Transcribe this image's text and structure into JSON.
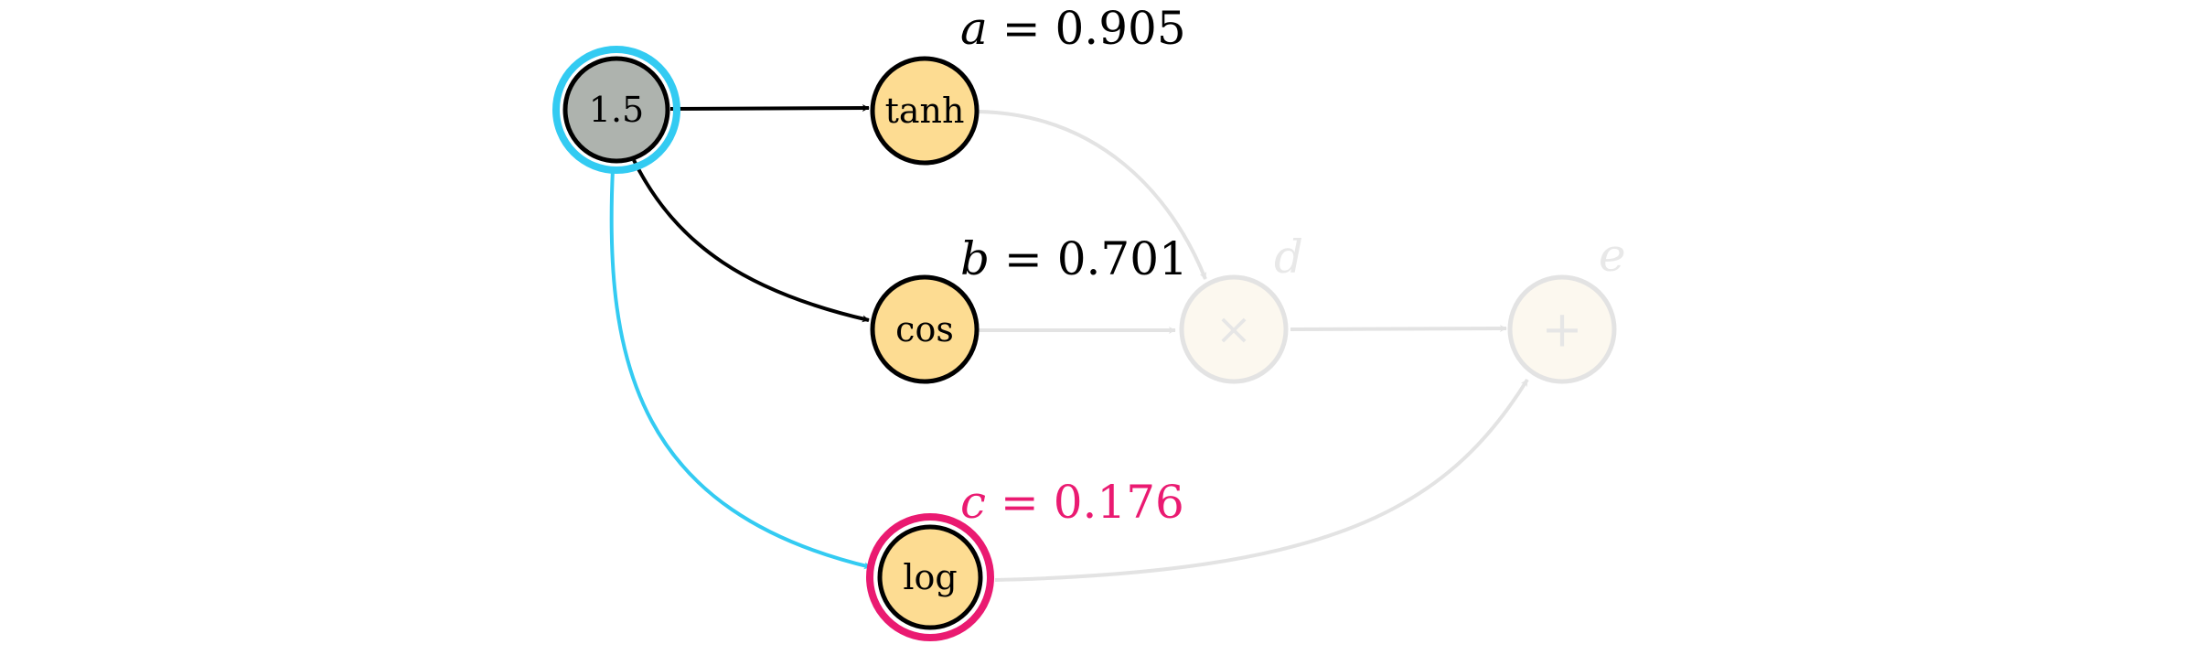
{
  "graph": {
    "nodes": [
      {
        "id": "input",
        "label": "1.5"
      },
      {
        "id": "tanh",
        "label": "tanh"
      },
      {
        "id": "cos",
        "label": "cos"
      },
      {
        "id": "log",
        "label": "log"
      },
      {
        "id": "mul",
        "label": "×"
      },
      {
        "id": "add",
        "label": "+"
      }
    ],
    "edges": [
      {
        "from": "input",
        "to": "tanh",
        "state": "active"
      },
      {
        "from": "input",
        "to": "cos",
        "state": "active"
      },
      {
        "from": "input",
        "to": "log",
        "state": "highlight"
      },
      {
        "from": "tanh",
        "to": "mul",
        "state": "faded"
      },
      {
        "from": "cos",
        "to": "mul",
        "state": "faded"
      },
      {
        "from": "mul",
        "to": "add",
        "state": "faded"
      },
      {
        "from": "log",
        "to": "add",
        "state": "faded"
      }
    ],
    "variables": {
      "a": {
        "name": "a",
        "eq": " = ",
        "value": "0.905"
      },
      "b": {
        "name": "b",
        "eq": " = ",
        "value": "0.701"
      },
      "c": {
        "name": "c",
        "eq": " = ",
        "value": "0.176"
      },
      "d": {
        "name": "d"
      },
      "e": {
        "name": "e"
      }
    },
    "colors": {
      "input_fill": "#aeb3ae",
      "op_fill": "#fddc92",
      "faded_fill": "#fcf8ef",
      "active_stroke": "#000000",
      "faded_stroke": "#e3e3e3",
      "input_ring": "#33cbf2",
      "output_ring": "#ea1a71",
      "highlight_label": "#ea1a71",
      "faded_label": "#e8e8e8"
    }
  }
}
